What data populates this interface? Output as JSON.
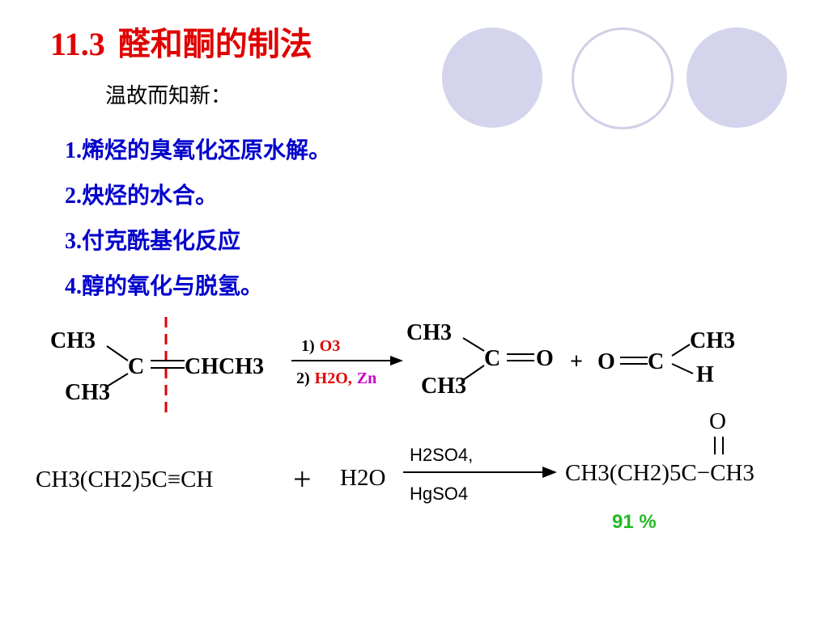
{
  "title": {
    "number": "11.3",
    "text": "醛和酮的制法"
  },
  "subtitle": "温故而知新：",
  "review_items": [
    {
      "num": "1.",
      "text": "烯烃的臭氧化还原水解。"
    },
    {
      "num": "2.",
      "text": "炔烃的水合。"
    },
    {
      "num": "3.",
      "text": "付克酰基化反应"
    },
    {
      "num": "4.",
      "text": "醇的氧化与脱氢。"
    }
  ],
  "colors": {
    "title": "#e00000",
    "list": "#0000cc",
    "reagent_red": "#e00000",
    "reagent_magenta": "#cc00cc",
    "yield": "#22bb22",
    "cut_line": "#e00000"
  },
  "reaction1": {
    "reactant": {
      "top": "CH3",
      "bottom": "CH3",
      "center": "C",
      "right": "CHCH3"
    },
    "step1": {
      "index": "1)",
      "reagent": "O3"
    },
    "step2": {
      "index": "2)",
      "reagent_a": "H2O,",
      "reagent_b": "Zn"
    },
    "product1": {
      "top": "CH3",
      "bottom": "CH3",
      "center": "C",
      "oxygen": "O"
    },
    "plus": "+",
    "product2": {
      "oxygen": "O",
      "center": "C",
      "top": "CH3",
      "bottom": "H"
    }
  },
  "reaction2": {
    "reactant": "CH3(CH2)5C≡CH",
    "plus": "+",
    "water": "H2O",
    "catalyst_top": "H2SO4,",
    "catalyst_bottom": "HgSO4",
    "product_oxygen": "O",
    "product": "CH3(CH2)5C−CH3",
    "yield": "91 %"
  }
}
